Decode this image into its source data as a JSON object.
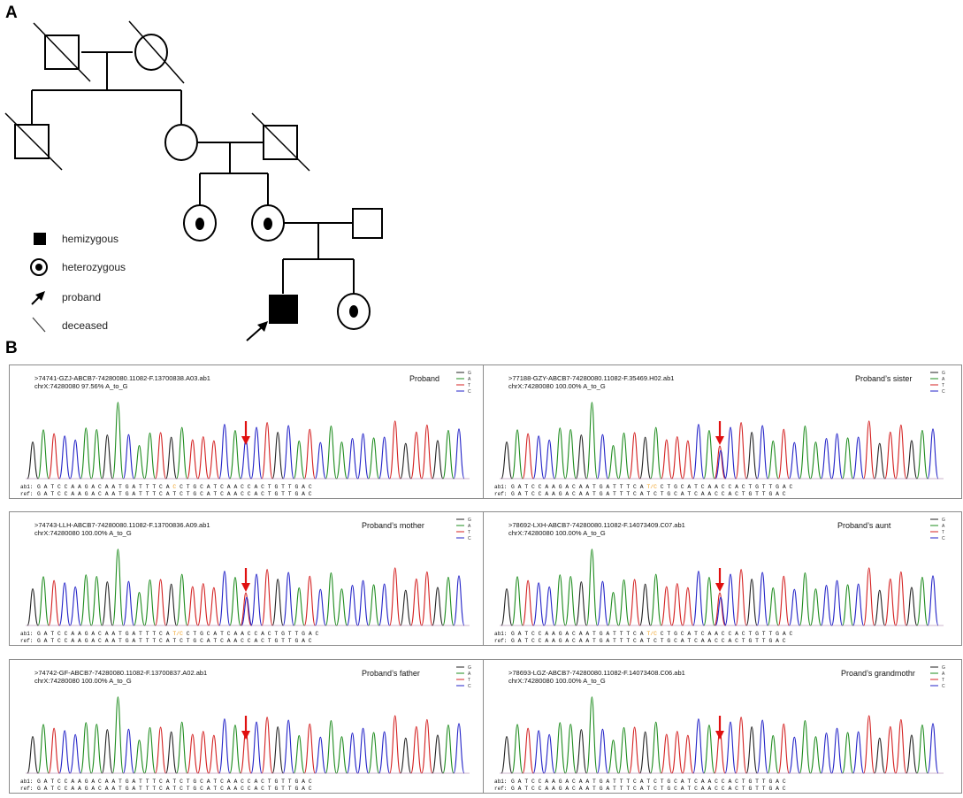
{
  "panels": {
    "a_label": "A",
    "b_label": "B"
  },
  "legend": {
    "items": [
      {
        "symbol": "filled-square",
        "label": "hemizygous"
      },
      {
        "symbol": "dotted-circle",
        "label": "heterozygous"
      },
      {
        "symbol": "arrow",
        "label": "proband"
      },
      {
        "symbol": "slash",
        "label": "deceased"
      }
    ]
  },
  "pedigree": {
    "individuals": [
      {
        "id": "grandfather",
        "sex": "male",
        "status": "unaffected",
        "deceased": true
      },
      {
        "id": "grandmother",
        "sex": "female",
        "status": "unaffected",
        "deceased": true
      },
      {
        "id": "uncle",
        "sex": "male",
        "status": "unaffected",
        "deceased": true
      },
      {
        "id": "grandmother-ii",
        "sex": "female",
        "status": "unaffected",
        "deceased": false
      },
      {
        "id": "grandfather-ii",
        "sex": "male",
        "status": "unaffected",
        "deceased": true
      },
      {
        "id": "aunt",
        "sex": "female",
        "status": "heterozygous",
        "deceased": false
      },
      {
        "id": "mother",
        "sex": "female",
        "status": "heterozygous",
        "deceased": false
      },
      {
        "id": "father",
        "sex": "male",
        "status": "unaffected",
        "deceased": false
      },
      {
        "id": "proband",
        "sex": "male",
        "status": "hemizygous",
        "deceased": false,
        "proband": true
      },
      {
        "id": "sister",
        "sex": "female",
        "status": "heterozygous",
        "deceased": false
      }
    ]
  },
  "colors": {
    "G": "#222222",
    "A": "#1e8c1e",
    "T": "#d42020",
    "C": "#2323c8",
    "arrow": "#e01010",
    "het_base": "#f0a020"
  },
  "trace_legend": [
    "G",
    "A",
    "T",
    "C"
  ],
  "sequence": {
    "ab1_label": "ab1:",
    "ref_label": "ref:",
    "ref": "G A T C C A A G A C A A T G A T T T C A T C T G C A T C A A C C A C T G T T G A C",
    "ab1_common_prefix": "G A T C C A A G A C A A T G A T T T C A ",
    "ab1_common_suffix": " C T G C A T C A A C C A C T G T T G A C"
  },
  "traces": [
    {
      "header1": ">74741-GZJ-ABCB7-74280080.11082-F.13700838.A03.ab1",
      "header2": "chrX:74280080 97.56%  A_to_G",
      "title": "Proband",
      "variant_base": "C",
      "variant_het": false
    },
    {
      "header1": ">77188-GZY-ABCB7-74280080.11082-F.35469.H02.ab1",
      "header2": "chrX:74280080 100.00%  A_to_G",
      "title": "Proband’s sister",
      "variant_base": "T/C",
      "variant_het": true
    },
    {
      "header1": ">74743-LLH-ABCB7-74280080.11082-F.13700836.A09.ab1",
      "header2": "chrX:74280080 100.00%  A_to_G",
      "title": "Proband’s mother",
      "variant_base": "T/C",
      "variant_het": true
    },
    {
      "header1": ">78692-LXH-ABCB7-74280080.11082-F.14073409.C07.ab1",
      "header2": "chrX:74280080 100.00%  A_to_G",
      "title": "Proband’s aunt",
      "variant_base": "T/C",
      "variant_het": true
    },
    {
      "header1": ">74742-GF-ABCB7-74280080.11082-F.13700837.A02.ab1",
      "header2": "chrX:74280080 100.00%  A_to_G",
      "title": "Proband’s father",
      "variant_base": "T",
      "variant_het": false
    },
    {
      "header1": ">78693-LGZ-ABCB7-74280080.11082-F.14073408.C06.ab1",
      "header2": "chrX:74280080 100.00%  A_to_G",
      "title": "Proand’s grandmothr",
      "variant_base": "T",
      "variant_het": false
    }
  ]
}
